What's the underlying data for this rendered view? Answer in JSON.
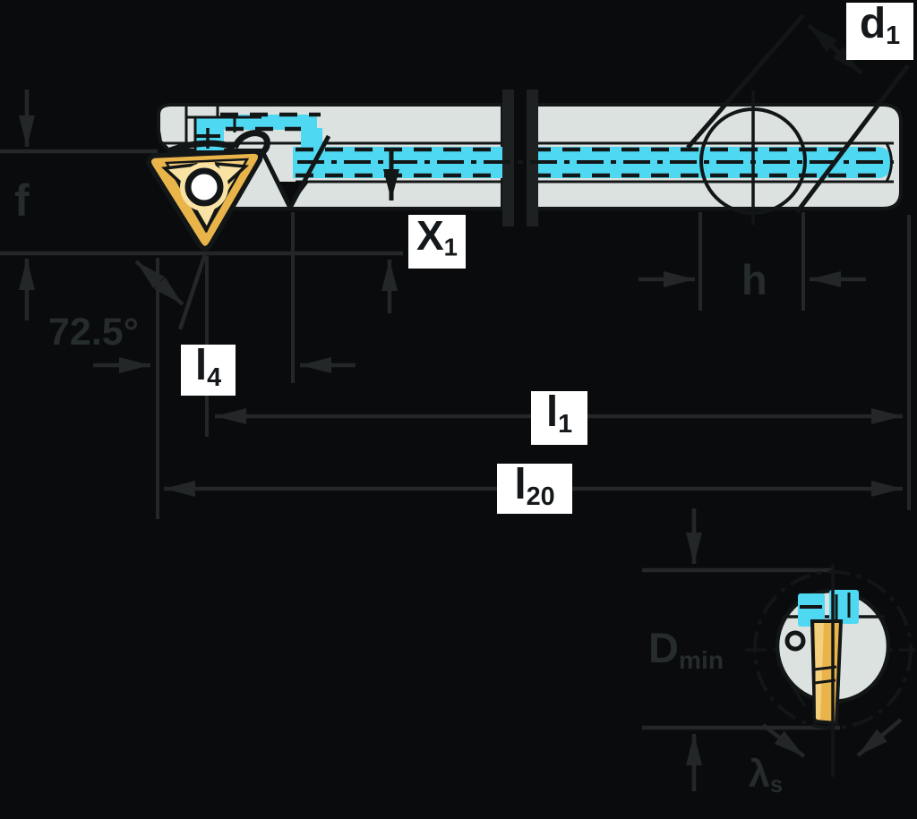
{
  "colors": {
    "background": "#0a0b0c",
    "dim": "#232728",
    "tool": "#131617",
    "gray": "#dce2e0",
    "cyan": "#4ed8f2",
    "gold": "#e9b54b",
    "goldlight": "#f4d07c",
    "goldpale": "#f9e3a4",
    "box": "#ffffff",
    "boxtext": "#15181a",
    "darktext": "#262b2c",
    "breakbar": "#1d2122"
  },
  "labels": {
    "f": {
      "base": "f",
      "sub": ""
    },
    "angle": {
      "base": "72.5°",
      "sub": ""
    },
    "x1": {
      "base": "X",
      "sub": "1"
    },
    "l4": {
      "base": "l",
      "sub": "4"
    },
    "l1": {
      "base": "l",
      "sub": "1"
    },
    "l20": {
      "base": "l",
      "sub": "20"
    },
    "d1": {
      "base": "d",
      "sub": "1"
    },
    "h": {
      "base": "h",
      "sub": ""
    },
    "dmin": {
      "base": "D",
      "sub": "min"
    },
    "lambda_s": {
      "base": "λ",
      "sub": "s"
    }
  }
}
